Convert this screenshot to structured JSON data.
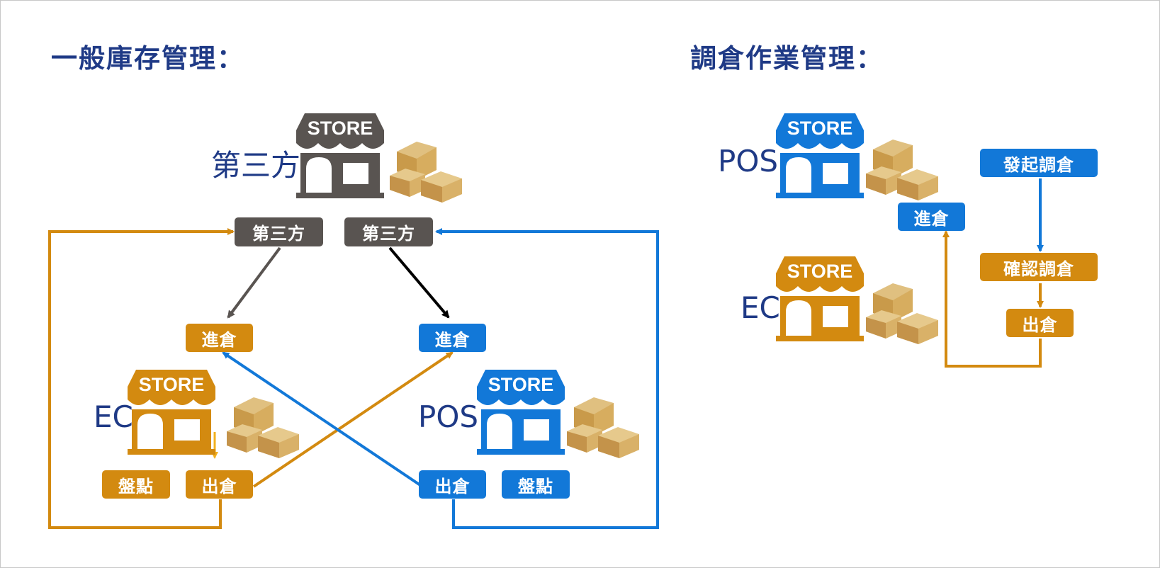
{
  "titles": {
    "general": "一般庫存管理：",
    "transfer": "調倉作業管理："
  },
  "colors": {
    "gold": "#d38a10",
    "blue": "#1278d8",
    "gray": "#595451",
    "navy": "#1f3a86"
  },
  "general": {
    "third_party_label": "第三方",
    "ec_label": "EC",
    "pos_label": "POS",
    "store_sign": "STORE",
    "node_third_party_left": "第三方",
    "node_third_party_right": "第三方",
    "node_ec_in": "進倉",
    "node_pos_in": "進倉",
    "node_ec_out": "出倉",
    "node_pos_out": "出倉",
    "node_ec_count": "盤點",
    "node_pos_count": "盤點"
  },
  "transfer": {
    "pos_label": "POS",
    "ec_label": "EC",
    "store_sign": "STORE",
    "node_initiate": "發起調倉",
    "node_in": "進倉",
    "node_confirm": "確認調倉",
    "node_out": "出倉"
  },
  "icons": [
    "store-icon",
    "boxes-icon"
  ]
}
